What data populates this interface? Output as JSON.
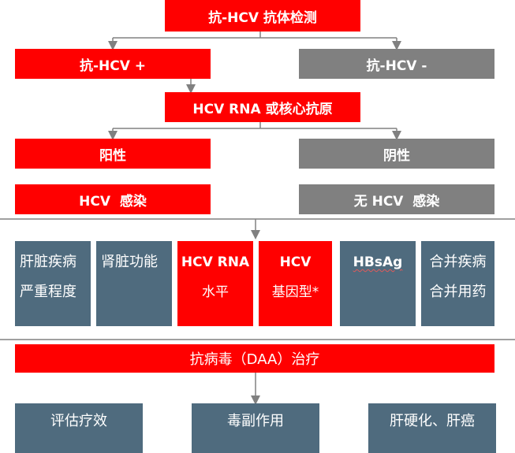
{
  "step1": {
    "title": "抗-HCV 抗体检测"
  },
  "step2": {
    "positive": "抗-HCV +",
    "negative": "抗-HCV -"
  },
  "step3": {
    "title": "HCV RNA 或核心抗原"
  },
  "step4": {
    "positive": "阳性",
    "negative": "阴性",
    "infected": "HCV  感染",
    "not_infected": "无 HCV  感染"
  },
  "assessments": [
    {
      "line1": "肝脏疾病",
      "line2": "严重程度"
    },
    {
      "line1": "肾脏功能",
      "line2": ""
    },
    {
      "line1": "HCV RNA",
      "line2": "水平"
    },
    {
      "line1": "HCV",
      "line2": "基因型*"
    },
    {
      "line1": "HBsAg",
      "line2": ""
    },
    {
      "line1": "合并疾病",
      "line2": "合并用药"
    }
  ],
  "treatment": {
    "title": "抗病毒（DAA）治疗"
  },
  "followup": [
    "评估疗效",
    "毒副作用",
    "肝硬化、肝癌"
  ],
  "colors": {
    "red": "#ff0000",
    "gray": "#808080",
    "slate": "#4f6b7e",
    "line": "#808080"
  }
}
